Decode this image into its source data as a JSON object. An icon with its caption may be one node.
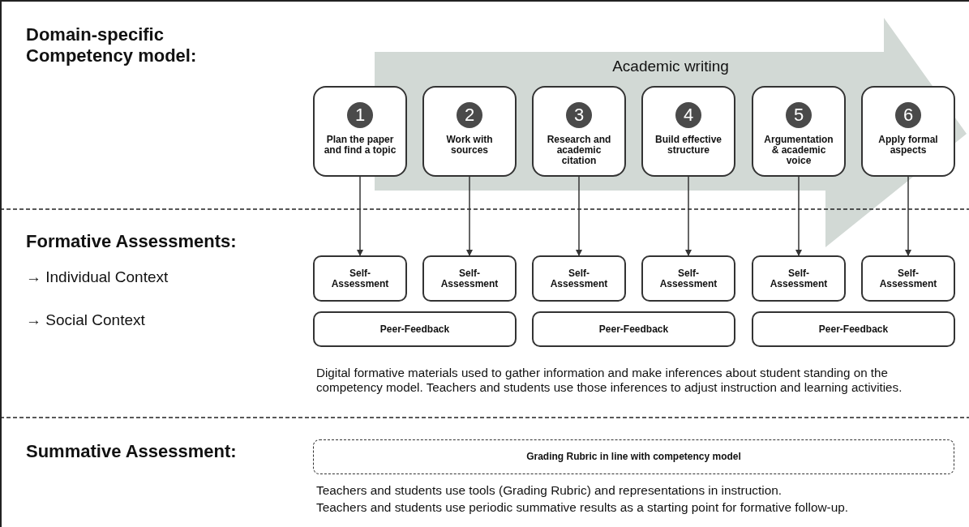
{
  "diagram": {
    "nodes": [
      {
        "text": [
          "1",
          "Plan the paper and find a topic"
        ]
      },
      {
        "text": [
          "2",
          "Work with sources"
        ]
      },
      {
        "text": [
          "3",
          "Research and academic citation"
        ]
      },
      {
        "text": [
          "4",
          "Build effective structure"
        ]
      },
      {
        "text": [
          "5",
          "Argumentation & academic voice"
        ]
      },
      {
        "text": [
          "6",
          "Apply formal aspects"
        ]
      },
      {
        "text": [
          "Self-Assessment"
        ]
      },
      {
        "text": [
          "Self-Assessment"
        ]
      },
      {
        "text": [
          "Self-Assessment"
        ]
      },
      {
        "text": [
          "Self-Assessment"
        ]
      },
      {
        "text": [
          "Self-Assessment"
        ]
      },
      {
        "text": [
          "Self-Assessment"
        ]
      },
      {
        "text": [
          "Peer-Feedback"
        ]
      },
      {
        "text": [
          "Peer-Feedback"
        ]
      },
      {
        "text": [
          "Peer-Feedback"
        ]
      },
      {
        "text": [
          "Grading Rubric in line with competency model"
        ]
      }
    ],
    "edges": [
      {
        "from": 0,
        "to": 6,
        "arrow": "to"
      },
      {
        "from": 1,
        "to": 7,
        "arrow": "to"
      },
      {
        "from": 2,
        "to": 8,
        "arrow": "to"
      },
      {
        "from": 3,
        "to": 9,
        "arrow": "to"
      },
      {
        "from": 4,
        "to": 10,
        "arrow": "to"
      },
      {
        "from": 5,
        "to": 11,
        "arrow": "to"
      },
      {
        "from": 0,
        "to": 5,
        "arrow": "to",
        "label": "Academic writing",
        "style": "thick",
        "color": "#d2d9d5"
      }
    ],
    "labels": [
      "Domain-specific Competency model:",
      "Formative Assessments:",
      "→ Individual Context",
      "→ Social Context",
      "Digital formative materials used to gather information and make inferences about student standing on the competency model. Teachers and students use those inferences to adjust instruction and learning activities.",
      "Summative Assessment:",
      "Teachers and students use tools (Grading Rubric) and representations in instruction.",
      "Teachers and students use periodic summative results as a starting point for formative follow-up."
    ]
  }
}
